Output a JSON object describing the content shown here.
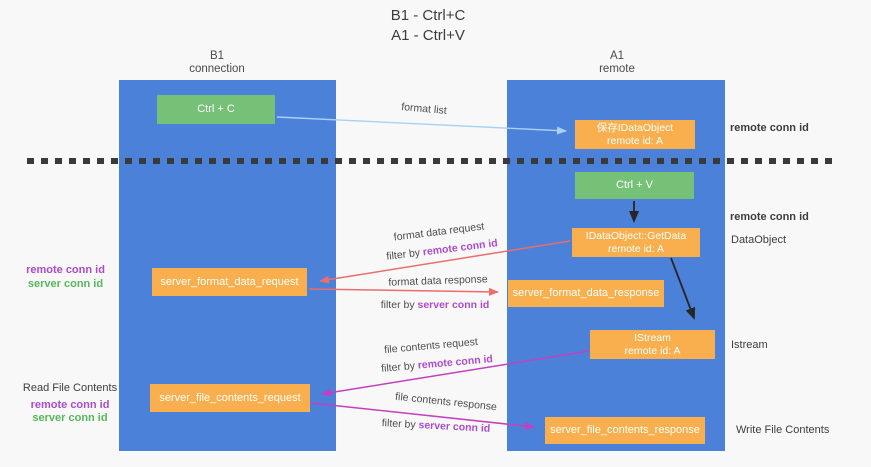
{
  "colors": {
    "bg": "#f8f8f8",
    "lane_blue": "#4c81d9",
    "node_green": "#75c178",
    "node_orange": "#f9af4d",
    "arrow_red": "#e96e6c",
    "arrow_magenta": "#c440c0",
    "arrow_lightblue": "#a8d2f0",
    "arrow_black": "#262626",
    "dash_line": "#3a3a3a",
    "purple_text": "#ac4ccc",
    "green_text": "#58b65c",
    "ink": "#3d3d3d"
  },
  "title": {
    "line1": "B1 - Ctrl+C",
    "line2": "A1 - Ctrl+V"
  },
  "lanes": {
    "left": {
      "name": "B1",
      "subtitle": "connection"
    },
    "right": {
      "name": "A1",
      "subtitle": "remote"
    }
  },
  "nodes": {
    "ctrl_c": {
      "label": "Ctrl + C"
    },
    "ctrl_v": {
      "label": "Ctrl + V"
    },
    "save_idataobject": {
      "line1": "保存IDataObject",
      "line2": "remote id: A"
    },
    "getdata": {
      "line1": "IDataObject::GetData",
      "line2": "remote id: A"
    },
    "istream": {
      "line1": "IStream",
      "line2": "remote id: A"
    },
    "format_request": {
      "label": "server_format_data_request"
    },
    "format_response": {
      "label": "server_format_data_response"
    },
    "file_request": {
      "label": "server_file_contents_request"
    },
    "file_response": {
      "label": "server_file_contents_response"
    }
  },
  "edge_labels": {
    "format_list": "format list",
    "format_data_request": "format data request",
    "format_data_response": "format data response",
    "file_contents_request": "file contents request",
    "file_contents_response": "file contents response",
    "filter_prefix": "filter by ",
    "remote_conn_id": "remote conn id",
    "server_conn_id": "server conn id"
  },
  "side_labels": {
    "right_remote_conn_id_top": "remote conn id",
    "right_remote_conn_id_mid": "remote conn id",
    "dataobject": "DataObject",
    "istream": "Istream",
    "write_file_contents": "Write File Contents",
    "left_remote_conn_id_top": "remote conn id",
    "left_server_conn_id_top": "server conn id",
    "read_file_contents": "Read File Contents",
    "left_remote_conn_id_bottom": "remote conn id",
    "left_server_conn_id_bottom": "server conn id"
  }
}
